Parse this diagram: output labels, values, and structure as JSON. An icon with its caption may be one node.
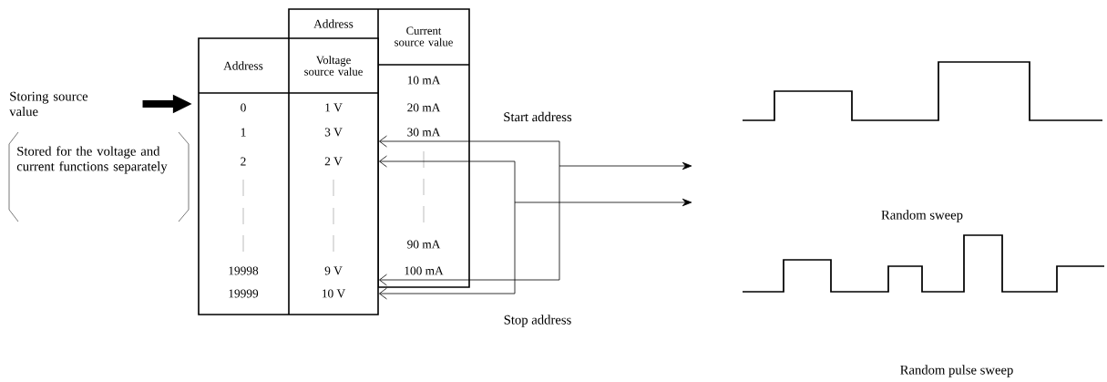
{
  "diagram": {
    "nodes": [
      {
        "text": [
          "Storing source value"
        ]
      },
      {
        "text": [
          "Address",
          "Voltage source value",
          "0",
          "1 V",
          "1",
          "3 V",
          "2",
          "2 V",
          "19998",
          "9 V",
          "19999",
          "10 V"
        ]
      },
      {
        "text": [
          "Address",
          "Current source value",
          "10 mA",
          "20 mA",
          "30 mA",
          "90 mA",
          "100 mA"
        ]
      },
      {
        "text": [],
        "shape": "picture"
      },
      {
        "text": [],
        "shape": "picture"
      }
    ],
    "edges": [
      {
        "from": 0,
        "to": 1,
        "arrow": "to",
        "style": "thick"
      },
      {
        "from": null,
        "to": 1,
        "arrow": "to",
        "label": "Start address"
      },
      {
        "from": null,
        "to": 1,
        "arrow": "to"
      },
      {
        "from": null,
        "to": 1,
        "arrow": "to"
      },
      {
        "from": null,
        "to": 1,
        "arrow": "to",
        "label": "Stop address"
      }
    ],
    "labels": [
      "Stored for the voltage and current functions separately",
      "Random sweep",
      "Random pulse sweep"
    ]
  }
}
